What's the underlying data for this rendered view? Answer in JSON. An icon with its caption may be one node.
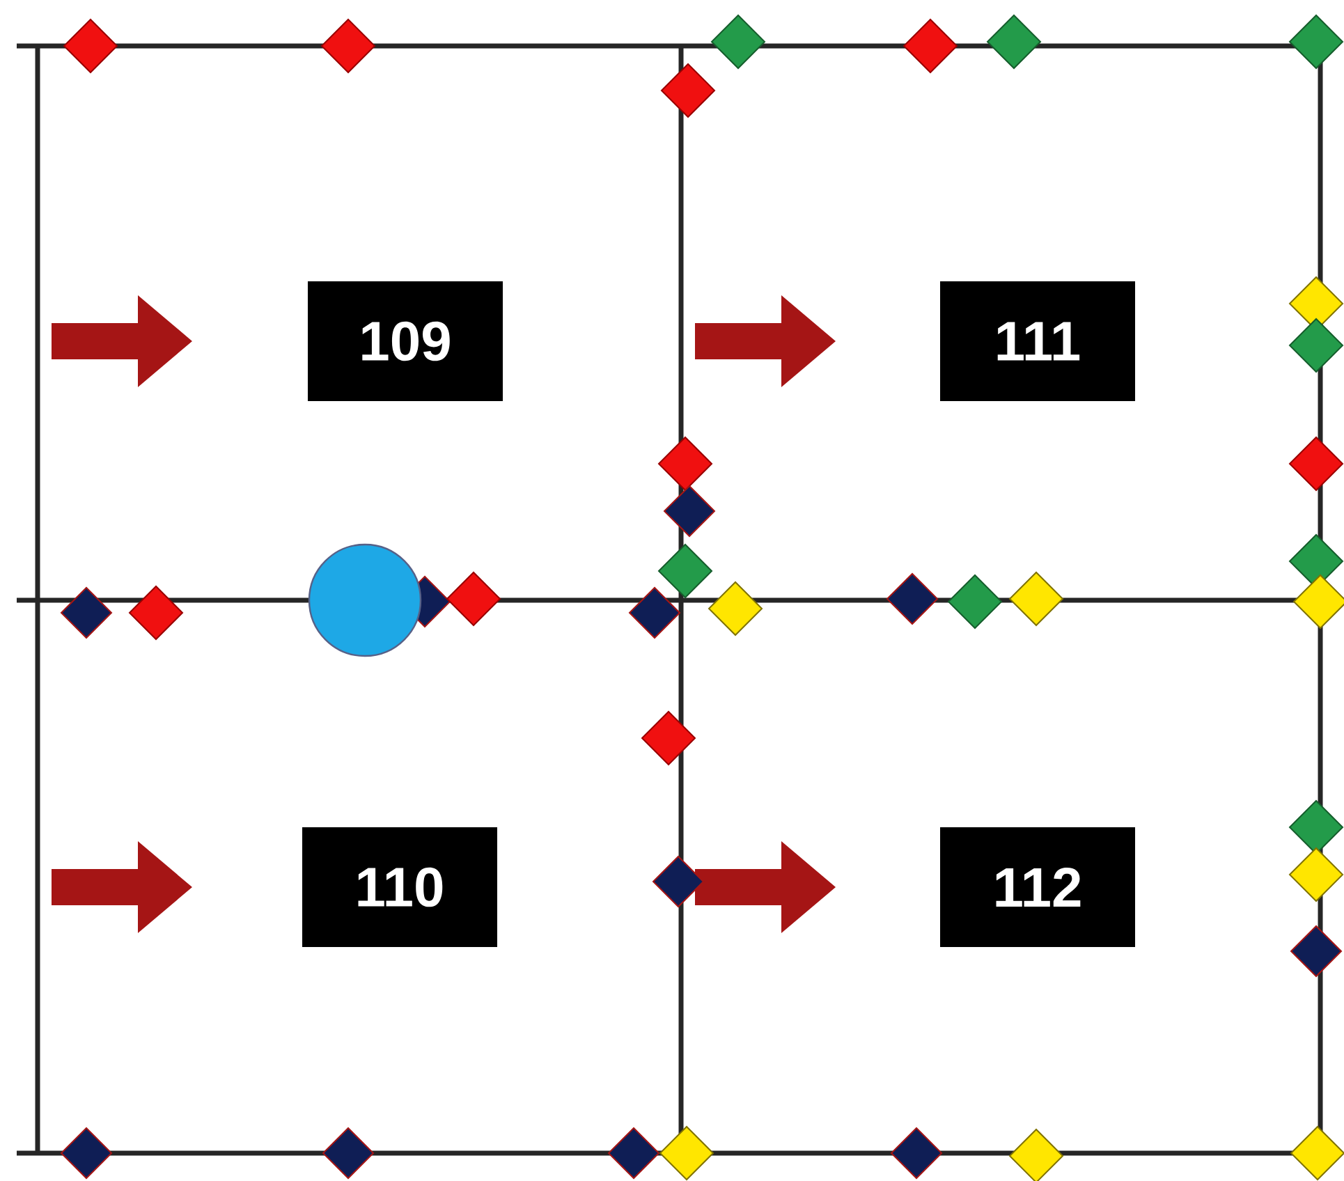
{
  "diagram": {
    "nodes": [
      {
        "text": [
          "109"
        ]
      },
      {
        "text": [
          "111"
        ]
      },
      {
        "text": [
          "110"
        ]
      },
      {
        "text": [
          "112"
        ]
      },
      {
        "text": [],
        "shape": "circle"
      }
    ]
  }
}
